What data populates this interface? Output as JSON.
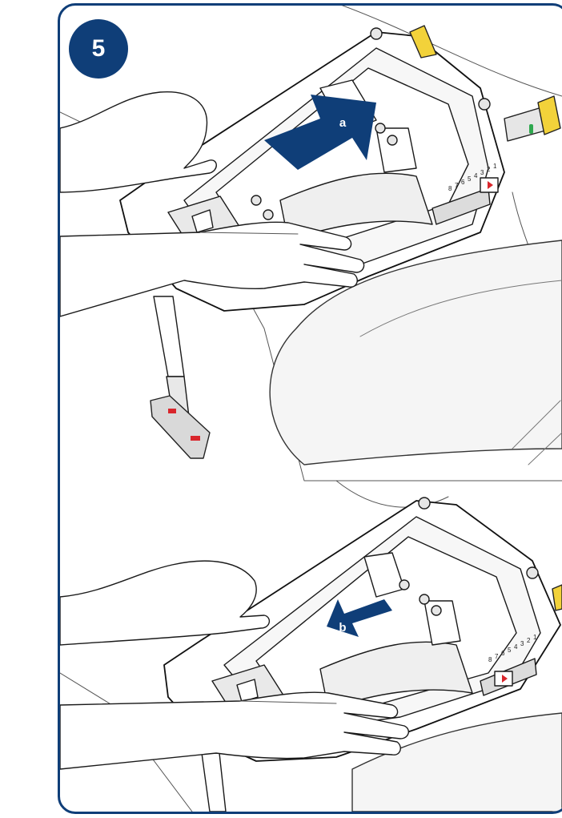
{
  "step": {
    "number": "5"
  },
  "panels": [
    {
      "arrow_label": "a",
      "scale_marks": [
        "8",
        "7",
        "6",
        "5",
        "4",
        "3",
        "2",
        "1"
      ]
    },
    {
      "arrow_label": "b",
      "scale_marks": [
        "8",
        "7",
        "6",
        "5",
        "4",
        "3",
        "2",
        "1"
      ]
    }
  ],
  "colors": {
    "accent": "#0f3e78",
    "indicator_green": "#2fa84f",
    "indicator_red": "#d9262c",
    "isofix_yellow": "#f2d23a"
  },
  "icons": [
    "blue-arrow-icon",
    "hand-icon",
    "isofix-connector-icon",
    "support-leg-icon"
  ]
}
